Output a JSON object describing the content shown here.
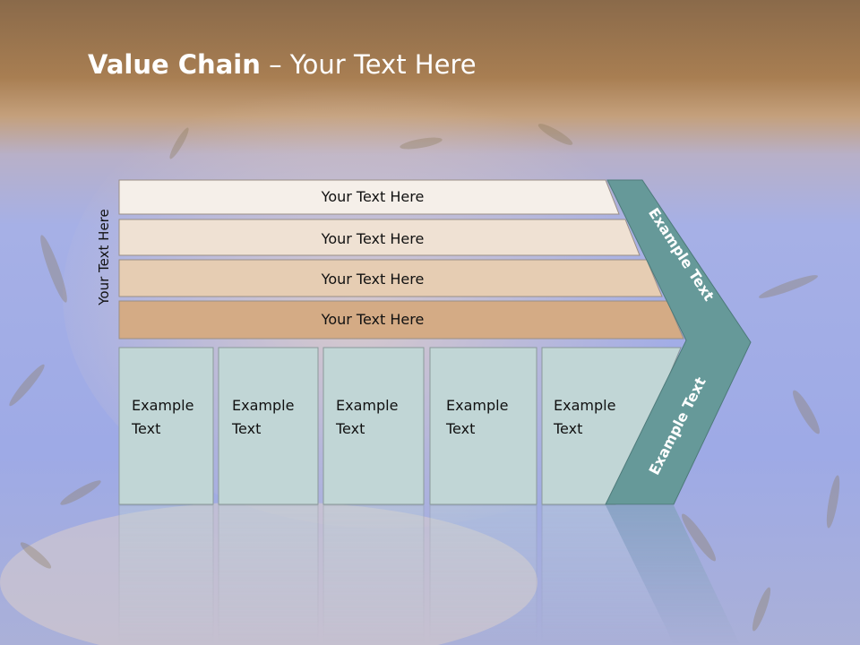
{
  "slide": {
    "title_bold": "Value Chain",
    "title_rest": " – Your Text Here",
    "side_label": "Your Text Here"
  },
  "support_rows": [
    {
      "label": "Your Text Here"
    },
    {
      "label": "Your Text Here"
    },
    {
      "label": "Your Text Here"
    },
    {
      "label": "Your Text Here"
    }
  ],
  "primary_boxes": [
    {
      "line1": "Example",
      "line2": "Text"
    },
    {
      "line1": "Example",
      "line2": "Text"
    },
    {
      "line1": "Example",
      "line2": "Text"
    },
    {
      "line1": "Example",
      "line2": "Text"
    },
    {
      "line1": "Example",
      "line2": "Text"
    }
  ],
  "chevron": {
    "upper_label": "Example Text",
    "lower_label": "Example Text"
  },
  "colors": {
    "header_brown": "#a57a4e",
    "water_blue": "#9aa9e8",
    "row1": "#f5efe9",
    "row2": "#efe1d3",
    "row3": "#e6cdb3",
    "row4": "#d4ab85",
    "box_fill": "#c1d6d6",
    "chevron_teal": "#669999"
  }
}
